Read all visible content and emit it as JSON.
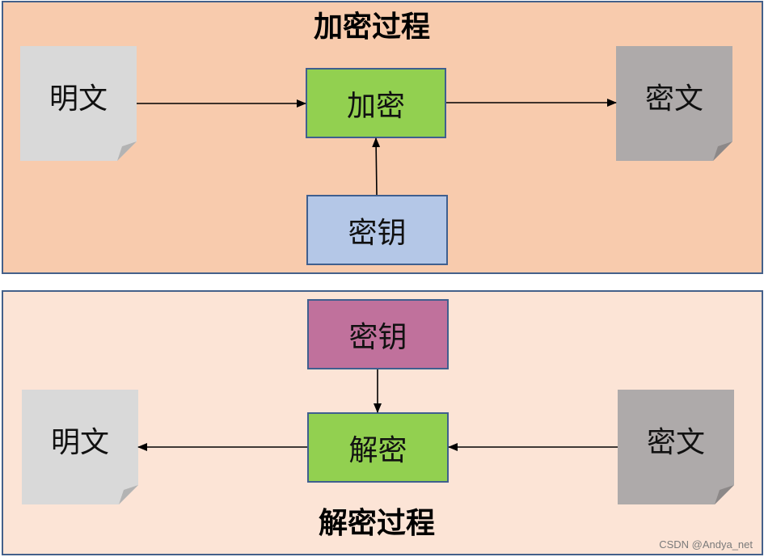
{
  "encryption": {
    "title": "加密过程",
    "plaintext": "明文",
    "process": "加密",
    "ciphertext": "密文",
    "key": "密钥"
  },
  "decryption": {
    "title": "解密过程",
    "plaintext": "明文",
    "process": "解密",
    "ciphertext": "密文",
    "key": "密钥"
  },
  "watermark": "CSDN @Andya_net",
  "colors": {
    "enc_panel_bg": "#f8cbad",
    "dec_panel_bg": "#fce4d6",
    "panel_border": "#44608a",
    "process_box": "#92d050",
    "enc_key_box": "#b4c7e7",
    "dec_key_box": "#c0719c",
    "plaintext_doc": "#d9d9d9",
    "ciphertext_doc": "#aeaaaa"
  }
}
